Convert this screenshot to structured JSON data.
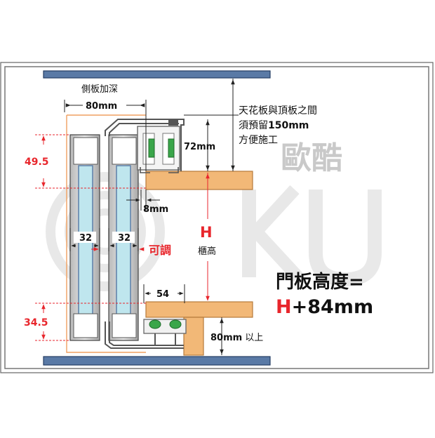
{
  "watermark": {
    "text": "歐酷",
    "logo_text": "OKU"
  },
  "labels": {
    "side_depth": "側板加深",
    "side_depth_value": "80mm",
    "ceiling_note_line1": "天花板與頂板之間",
    "ceiling_note_line2_prefix": "須預留",
    "ceiling_note_line2_value": "150mm",
    "ceiling_note_line3": "方便施工",
    "top_track_height": "72mm",
    "top_gap_mm": "8mm",
    "left_top_dim": "49.5",
    "left_bottom_dim": "34.5",
    "panel_width_left": "32",
    "panel_width_right": "32",
    "adjustable": "可調",
    "h_letter": "H",
    "cabinet_height": "櫃高",
    "bottom_track_width": "54",
    "bottom_gap": "80mm",
    "bottom_gap_suffix": "以上",
    "formula_title": "門板高度=",
    "formula_value": "H+84mm"
  },
  "colors": {
    "accent_red": "#e8262c",
    "wood": "#f2b877",
    "wood_edge": "#b67a3a",
    "panel_blue": "#5b7fa8",
    "glass": "#bfe6ee",
    "rail_gray": "#9c9c9c",
    "wheel_green": "#3aa64a",
    "orange_guide": "#f0a060"
  }
}
